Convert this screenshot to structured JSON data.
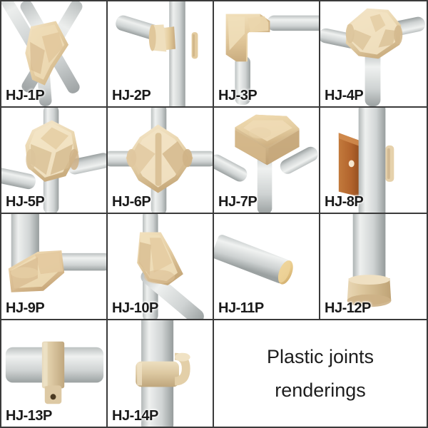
{
  "sheet": {
    "title_line1": "Plastic joints",
    "title_line2": "renderings",
    "grid": {
      "columns": 4,
      "rows": 4
    },
    "colors": {
      "pipe_light": "#e7e9e8",
      "pipe_mid": "#c9cdcd",
      "pipe_dark": "#9ea3a4",
      "joint_light": "#f0e0c0",
      "joint_mid": "#e2caa0",
      "joint_dark": "#c9ac80",
      "bracket_red": "#b5642e",
      "grid_line": "#3a3a3a",
      "label_text": "#1a1a1a",
      "background": "#ffffff"
    }
  },
  "items": [
    {
      "label": "HJ-1P",
      "type": "y-three-way-joint"
    },
    {
      "label": "HJ-2P",
      "type": "side-tee-clamp-joint"
    },
    {
      "label": "HJ-3P",
      "type": "90-degree-elbow"
    },
    {
      "label": "HJ-4P",
      "type": "three-way-corner-tee"
    },
    {
      "label": "HJ-5P",
      "type": "four-way-cross-corner"
    },
    {
      "label": "HJ-6P",
      "type": "five-way-cross-joint"
    },
    {
      "label": "HJ-7P",
      "type": "three-way-top-corner"
    },
    {
      "label": "HJ-8P",
      "type": "wall-mount-bracket"
    },
    {
      "label": "HJ-9P",
      "type": "tee-side-outlet"
    },
    {
      "label": "HJ-10P",
      "type": "diagonal-brace-joint"
    },
    {
      "label": "HJ-11P",
      "type": "pipe-end-cap"
    },
    {
      "label": "HJ-12P",
      "type": "foot-base-cap"
    },
    {
      "label": "HJ-13P",
      "type": "pipe-collar-clip"
    },
    {
      "label": "HJ-14P",
      "type": "side-hook-clamp"
    }
  ]
}
